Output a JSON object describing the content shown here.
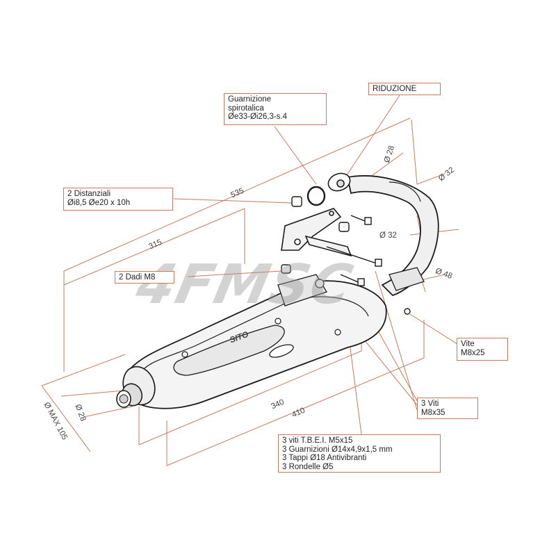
{
  "colors": {
    "leader": "#c9785a",
    "ink": "#1a1a1a",
    "fill": "#f0f0f0"
  },
  "brand": {
    "logo": "SITO"
  },
  "watermark": "4FMSC",
  "callouts": {
    "gasket": [
      "Guarnizione",
      "spirotalica",
      "Øe33-Øi26,3-s.4"
    ],
    "reduction": "RIDUZIONE",
    "spacers": [
      "2 Distanziali",
      "Øi8,5  Øe20 x 10h"
    ],
    "nuts": "2 Dadi M8",
    "screw": [
      "Vite",
      "M8x25"
    ],
    "screws3": [
      "3 Viti",
      "M8x35"
    ],
    "kit": [
      "3 viti T.B.E.I. M5x15",
      "3 Guarnizioni Ø14x4,9x1,5 mm",
      "3 Tappi Ø18 Antivibranti",
      "3 Rondelle Ø5"
    ]
  },
  "dimensions": {
    "overall_length": "535",
    "length_315": "315",
    "length_340": "340",
    "length_410": "410",
    "dia_28_top": "Ø 28",
    "dia_32_right": "Ø 32",
    "dia_32_mid": "Ø 32",
    "dia_48": "Ø 48",
    "dia_28_outlet": "Ø 28",
    "dia_max": "Ø MAX 105"
  }
}
